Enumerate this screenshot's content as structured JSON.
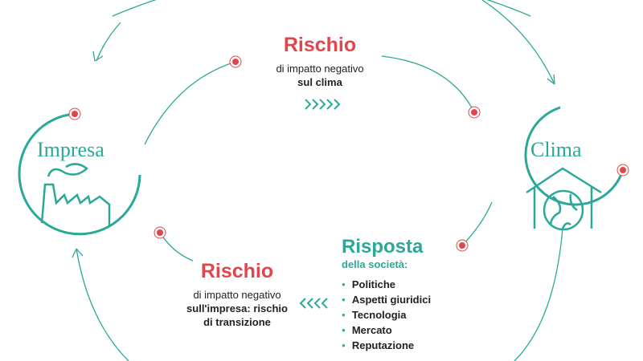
{
  "nodes": {
    "company": "Impresa",
    "climate": "Clima"
  },
  "top_risk": {
    "title": "Rischio",
    "line1": "di impatto negativo",
    "line2": "sul clima"
  },
  "bottom_risk": {
    "title": "Rischio",
    "line1": "di impatto negativo",
    "line2": "sull'impresa: rischio",
    "line3": "di transizione"
  },
  "response": {
    "title": "Risposta",
    "subtitle": "della società:",
    "items": [
      "Politiche",
      "Aspetti giuridici",
      "Tecnologia",
      "Mercato",
      "Reputazione"
    ]
  },
  "colors": {
    "teal": "#2aa898",
    "red": "#e0474c"
  }
}
